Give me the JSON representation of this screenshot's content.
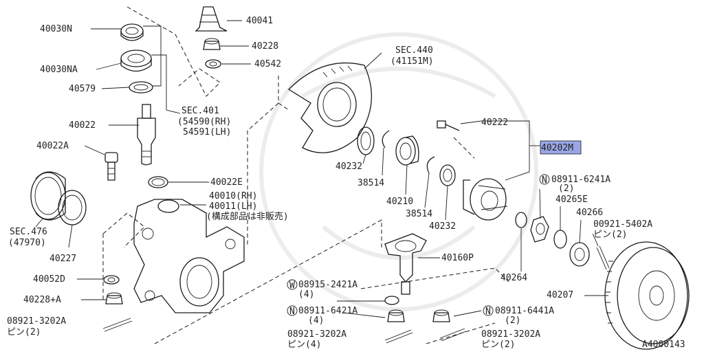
{
  "diagram_id": "A4000143",
  "colors": {
    "highlight": "#9aa6e6",
    "line": "#1a1a1a"
  },
  "labels": {
    "l40030N": "40030N",
    "l40030NA": "40030NA",
    "l40579": "40579",
    "l40022": "40022",
    "l40022A": "40022A",
    "sec401": "SEC.401",
    "sec401_rh": "(54590(RH)",
    "sec401_lh": "54591(LH)",
    "l40041": "40041",
    "l40228": "40228",
    "l40542": "40542",
    "sec440": "SEC.440",
    "sec440_sub": "(41151M)",
    "l40222": "40222",
    "l40202M": "40202M",
    "l40232a": "40232",
    "l38514a": "38514",
    "l40210": "40210",
    "l38514b": "38514",
    "l40232b": "40232",
    "l40022E": "40022E",
    "l40010": "40010(RH)",
    "l40011": "40011(LH)",
    "note_not_sold": "(構成部品は非販売)",
    "sec476": "SEC.476",
    "sec476_sub": "(47970)",
    "l40227": "40227",
    "l40052D": "40052D",
    "l40228A": "40228+A",
    "pin_left_no": "08921-3202A",
    "pin_left_qty": "ピン(2)",
    "washer_code": "W",
    "washer_no": "08915-2421A",
    "washer_qty": "(4)",
    "nut_code": "N",
    "nut1_no": "08911-6421A",
    "nut1_qty": "(4)",
    "pin_mid_no": "08921-3202A",
    "pin_mid_qty": "ピン(4)",
    "l40160P": "40160P",
    "nut2_no": "08911-6441A",
    "nut2_qty": "(2)",
    "pin_right_no": "08921-3202A",
    "pin_right_qty": "ピン(2)",
    "nut3_no": "08911-6241A",
    "nut3_qty": "(2)",
    "l40265E": "40265E",
    "l40266": "40266",
    "pin_far_no": "00921-5402A",
    "pin_far_qty": "ピン(2)",
    "l40264": "40264",
    "l40207": "40207"
  }
}
